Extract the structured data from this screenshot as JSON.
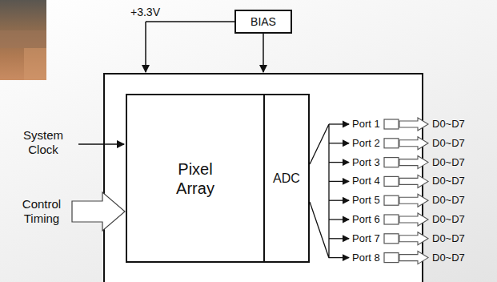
{
  "diagram": {
    "nodes": [
      {
        "text": [
          "BIAS"
        ]
      },
      {
        "text": [
          "Pixel Array"
        ]
      },
      {
        "text": [
          "ADC"
        ]
      }
    ],
    "labels": [
      "+3.3V",
      "System Clock",
      "Control Timing",
      "Port 1",
      "Port 2",
      "Port 3",
      "Port 4",
      "Port 5",
      "Port 6",
      "Port 7",
      "Port 8",
      "D0~D7",
      "D0~D7",
      "D0~D7",
      "D0~D7",
      "D0~D7",
      "D0~D7",
      "D0~D7",
      "D0~D7"
    ]
  }
}
